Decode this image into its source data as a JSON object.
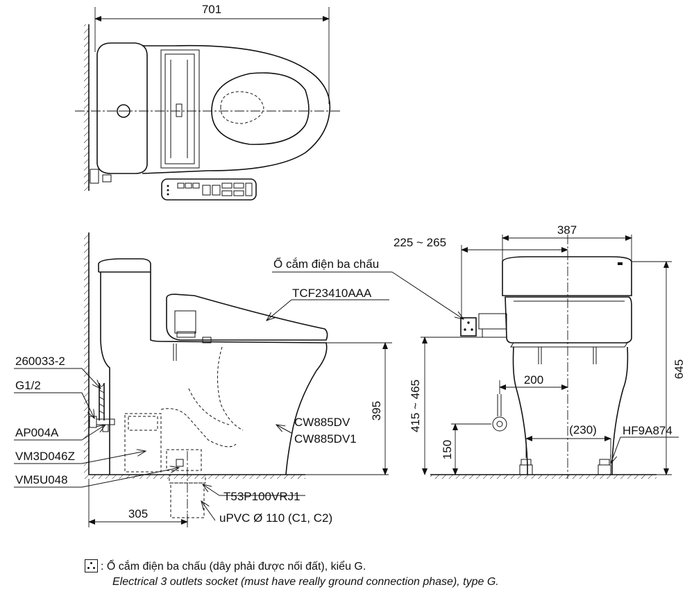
{
  "dimensions": {
    "top_width": "701",
    "side_depth": "305",
    "seat_height": "395",
    "inlet_height_range": "415 ~ 465",
    "inlet_height": "150",
    "inlet_offset": "200",
    "width": "387",
    "socket_offset": "225 ~ 265",
    "total_height": "645",
    "drain_offset": "(230)"
  },
  "labels": {
    "socket": "Ổ cắm điện ba chấu",
    "seat_model": "TCF23410AAA",
    "valve": "260033-2",
    "thread": "G1/2",
    "angle_valve": "AP004A",
    "bowl_model_1": "CW885DV",
    "bowl_model_2": "CW885DV1",
    "flush_valve": "VM3D046Z",
    "fill_valve": "VM5U048",
    "drain_adapter": "T53P100VRJ1",
    "pipe": "uPVC Ø 110 (C1, C2)",
    "bolt_kit": "HF9A874"
  },
  "legend": {
    "prefix": ":",
    "vi": "Ổ cắm điện ba chấu (dây phải được nối đất), kiểu G.",
    "en": "Electrical 3 outlets socket (must have really ground connection phase), type G.",
    "icon": "three-pin-socket-icon"
  }
}
